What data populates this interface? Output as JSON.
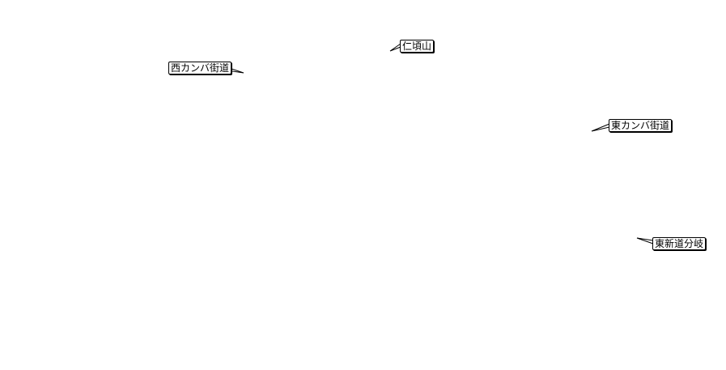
{
  "map": {
    "background": "#ffffff",
    "callout_border_color": "#000000",
    "callout_fill_color": "#ffffff",
    "labels": [
      {
        "id": "nichozan",
        "text": "仁頃山"
      },
      {
        "id": "west-kanba-road",
        "text": "西カンバ街道"
      },
      {
        "id": "east-kanba-road",
        "text": "東カンバ街道"
      },
      {
        "id": "east-shindo-junction",
        "text": "東新道分岐"
      }
    ]
  }
}
